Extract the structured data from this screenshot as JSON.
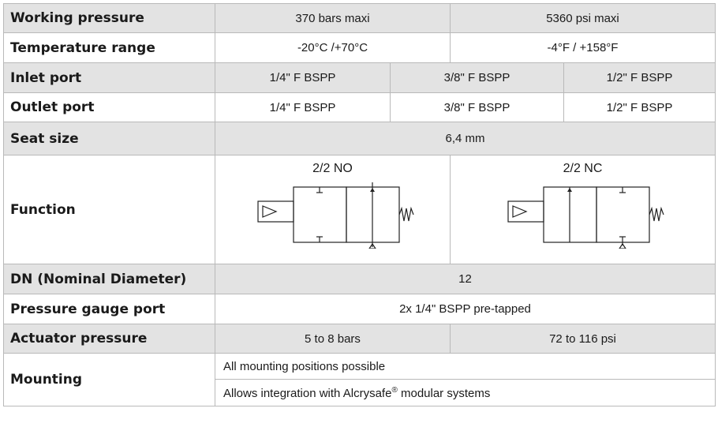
{
  "rows": {
    "working_pressure": {
      "label": "Working pressure",
      "v1": "370 bars maxi",
      "v2": "5360 psi  maxi"
    },
    "temperature_range": {
      "label": "Temperature range",
      "v1": "-20°C /+70°C",
      "v2": "-4°F / +158°F"
    },
    "inlet_port": {
      "label": "Inlet port",
      "v1": "1/4\" F BSPP",
      "v2": "3/8\" F BSPP",
      "v3": "1/2\" F BSPP"
    },
    "outlet_port": {
      "label": "Outlet port",
      "v1": "1/4\" F BSPP",
      "v2": "3/8\" F BSPP",
      "v3": "1/2\" F BSPP"
    },
    "seat_size": {
      "label": "Seat size",
      "v1": "6,4 mm"
    },
    "function": {
      "label": "Function",
      "no": "2/2 NO",
      "nc": "2/2 NC"
    },
    "dn": {
      "label": "DN (Nominal Diameter)",
      "v1": "12"
    },
    "gauge_port": {
      "label": "Pressure gauge port",
      "v1": "2x 1/4\" BSPP pre-tapped"
    },
    "actuator_pressure": {
      "label": "Actuator pressure",
      "v1": "5 to 8 bars",
      "v2": "72 to 116 psi"
    },
    "mounting": {
      "label": "Mounting",
      "line1": "All mounting positions possible",
      "line2_prefix": "Allows integration with Alcrysafe",
      "line2_mark": "®",
      "line2_suffix": " modular systems"
    }
  }
}
